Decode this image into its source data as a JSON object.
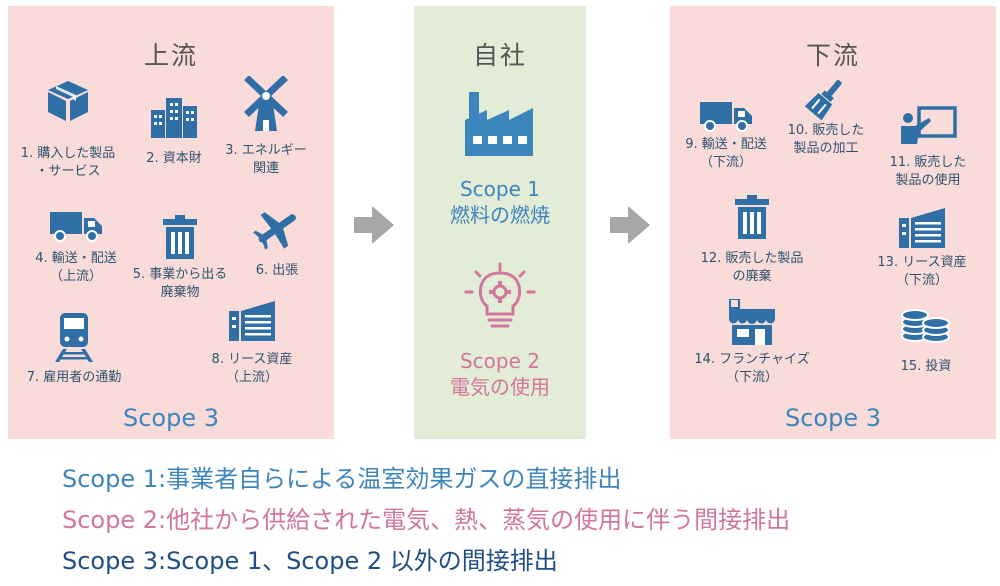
{
  "colors": {
    "pink_bg": "#f9dcd9",
    "green_bg": "#e2ecd6",
    "blue": "#3d85bd",
    "pink": "#d1769c",
    "navy": "#1f4e87",
    "dark_text": "#2e5270",
    "arrow_gray": "#a7a7a7"
  },
  "upstream": {
    "title": "上流",
    "scope_label": "Scope 3",
    "items": [
      {
        "icon": "box-icon",
        "label": "1. 購入した製品\n・サービス"
      },
      {
        "icon": "buildings-icon",
        "label": "2. 資本財"
      },
      {
        "icon": "windmill-icon",
        "label": "3. エネルギー\n関連"
      },
      {
        "icon": "truck-icon",
        "label": "4. 輸送・配送\n（上流）"
      },
      {
        "icon": "trash-icon",
        "label": "5. 事業から出る\n廃棄物"
      },
      {
        "icon": "airplane-icon",
        "label": "6. 出張"
      },
      {
        "icon": "train-icon",
        "label": "7. 雇用者の通勤"
      },
      {
        "icon": "lease-building-icon",
        "label": "8. リース資産\n（上流）"
      }
    ]
  },
  "own": {
    "title": "自社",
    "scope1_name": "Scope 1",
    "scope1_desc": "燃料の燃焼",
    "scope2_name": "Scope 2",
    "scope2_desc": "電気の使用"
  },
  "downstream": {
    "title": "下流",
    "scope_label": "Scope 3",
    "items": [
      {
        "icon": "truck-icon",
        "label": "9. 輸送・配送\n（下流）"
      },
      {
        "icon": "brush-icon",
        "label": "10. 販売した\n製品の加工"
      },
      {
        "icon": "presentation-icon",
        "label": "11. 販売した\n製品の使用"
      },
      {
        "icon": "trash-icon",
        "label": "12. 販売した製品\nの廃棄"
      },
      {
        "icon": "lease-building-icon",
        "label": "13. リース資産\n（下流）"
      },
      {
        "icon": "store-icon",
        "label": "14. フランチャイズ\n（下流）"
      },
      {
        "icon": "coins-icon",
        "label": "15. 投資"
      }
    ]
  },
  "legend": {
    "line1": "Scope 1:事業者自らによる温室効果ガスの直接排出",
    "line2": "Scope 2:他社から供給された電気、熱、蒸気の使用に伴う間接排出",
    "line3": "Scope 3:Scope 1、Scope 2 以外の間接排出"
  }
}
